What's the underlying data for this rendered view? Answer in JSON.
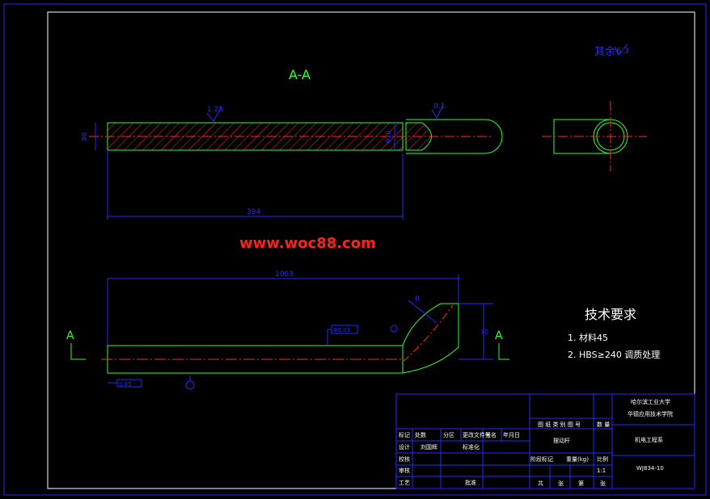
{
  "section_label": "A-A",
  "roughness_note": "其余",
  "roughness_value": "6.3",
  "roughness_top_left": "1.25",
  "roughness_top_right": "0.1",
  "dia_left": "Φ8",
  "dia_right": "Φ10",
  "len_main": "394",
  "len_overall": "1063",
  "tol_box": "Φ0.03",
  "radius": "R",
  "height_dim": "70",
  "datum_box": "0.05",
  "section_arrow_left": "A",
  "section_arrow_right": "A",
  "watermark": "www.woc88.com",
  "tech_title": "技术要求",
  "tech_item1": "1. 材料45",
  "tech_item2": "2. HBS≥240 调质处理",
  "title_block": {
    "school_line1": "哈尔滨工业大学",
    "school_line2": "华德应用技术学院",
    "dept": "机电工程系",
    "part_name": "摆动杆",
    "drawing_no": "WJ834-10",
    "row_header": "图 纸 类 别 图 号",
    "row_header2": "数 量",
    "mark": "标记",
    "qty": "处数",
    "zone": "分区",
    "change_doc": "更改文件号",
    "sign": "签名",
    "date": "年月日",
    "design": "设计",
    "designer": "刘国辉",
    "standardize": "标准化",
    "check": "校核",
    "review": "审核",
    "process": "工艺",
    "approve": "批准",
    "stage": "阶段标记",
    "weight": "重量(kg)",
    "scale": "比例",
    "scale_val": "1:1",
    "total": "共",
    "sheet": "张",
    "sheet_of": "第",
    "sheet2": "张"
  },
  "colors": {
    "frame": "#2a2aff",
    "outline": "#32ff32",
    "centerline": "#ff2a2a",
    "dim": "#3a3aff",
    "text": "#ffffff",
    "red": "#ff2020"
  }
}
